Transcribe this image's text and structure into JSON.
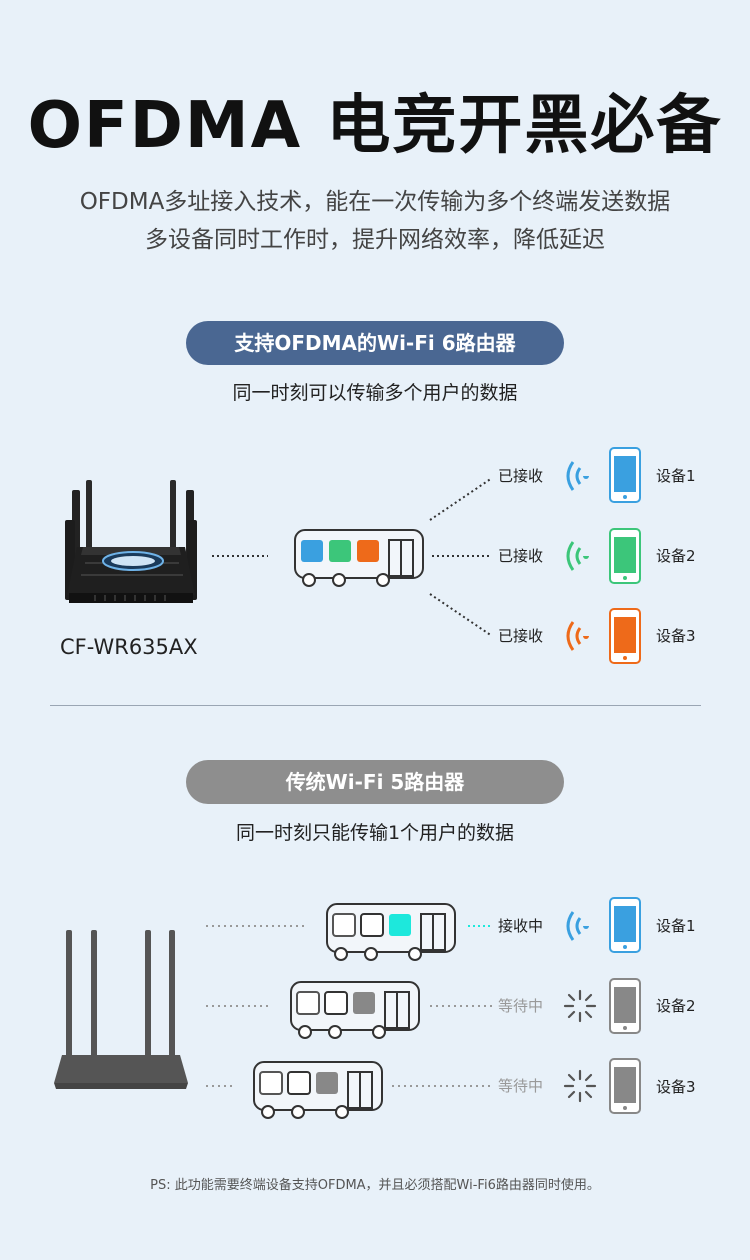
{
  "header": {
    "title": "OFDMA 电竞开黑必备",
    "subtitle_line1": "OFDMA多址接入技术，能在一次传输为多个终端发送数据",
    "subtitle_line2": "多设备同时工作时，提升网络效率，降低延迟"
  },
  "section_wifi6": {
    "pill": "支持OFDMA的Wi-Fi 6路由器",
    "caption": "同一时刻可以传输多个用户的数据",
    "router_model": "CF-WR635AX",
    "status_labels": [
      "已接收",
      "已接收",
      "已接收"
    ],
    "device_labels": [
      "设备1",
      "设备2",
      "设备3"
    ],
    "colors": {
      "pill_bg": "#4a6792",
      "blue": "#3aa0e0",
      "green": "#3cc67a",
      "orange": "#ee6a1a"
    }
  },
  "section_wifi5": {
    "pill": "传统Wi-Fi 5路由器",
    "caption": "同一时刻只能传输1个用户的数据",
    "status_labels": [
      "接收中",
      "等待中",
      "等待中"
    ],
    "device_labels": [
      "设备1",
      "设备2",
      "设备3"
    ],
    "colors": {
      "pill_bg": "#8e8e8e",
      "cyan": "#1de8dc",
      "gray": "#888888"
    }
  },
  "footer": {
    "ps": "PS: 此功能需要终端设备支持OFDMA，并且必须搭配Wi-Fi6路由器同时使用。"
  }
}
